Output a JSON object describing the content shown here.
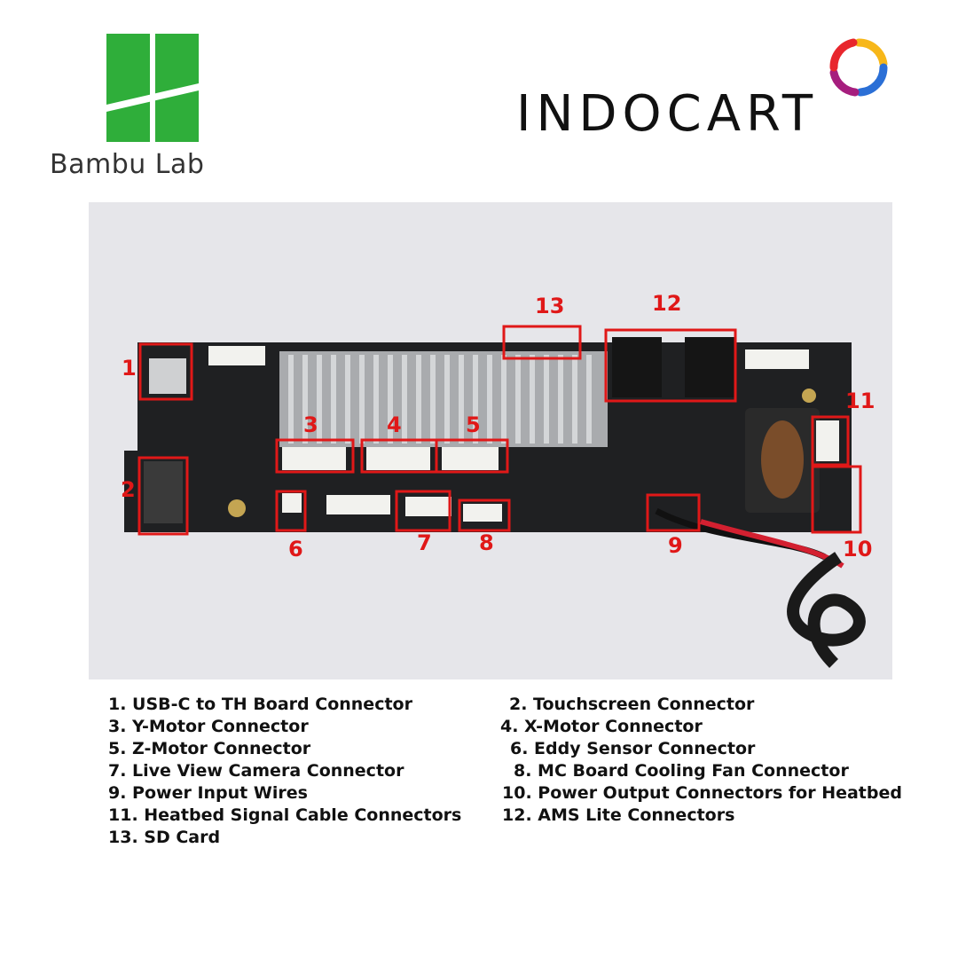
{
  "brands": {
    "left_name": "Bambu Lab",
    "right_name": "INDOCART",
    "bambu_green": "#2fae3a",
    "indocart_colors": [
      "#e8262d",
      "#f7b719",
      "#2b6fd6",
      "#a61e7e"
    ]
  },
  "callouts": [
    "1",
    "2",
    "3",
    "4",
    "5",
    "6",
    "7",
    "8",
    "9",
    "10",
    "11",
    "12",
    "13"
  ],
  "legend": [
    "1. USB-C to TH Board Connector",
    "2. Touchscreen Connector",
    "3. Y-Motor Connector",
    "4. X-Motor Connector",
    "5. Z-Motor Connector",
    "6. Eddy Sensor Connector",
    "7. Live View Camera Connector",
    "8. MC Board Cooling Fan Connector",
    "9. Power Input Wires",
    "10. Power Output Connectors for Heatbed",
    "11. Heatbed Signal Cable Connectors",
    "12. AMS Lite Connectors",
    "13. SD Card"
  ],
  "highlight_color": "#e01818"
}
